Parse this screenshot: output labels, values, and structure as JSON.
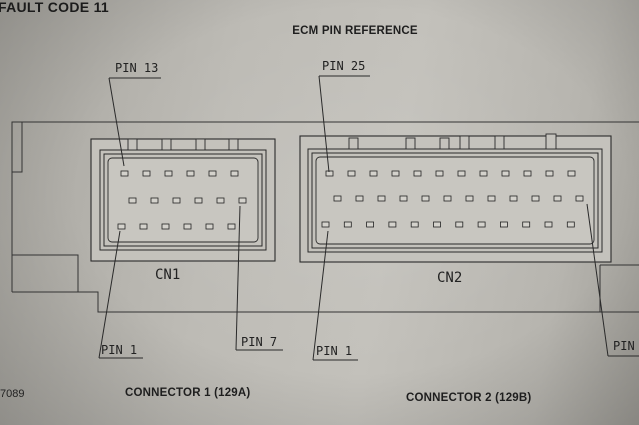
{
  "header": {
    "fault_title": "FAULT CODE 11"
  },
  "diagram": {
    "title": "ECM PIN REFERENCE",
    "figure_number": "7089",
    "connector1": {
      "label": "CN1",
      "caption": "CONNECTOR 1 (129A)",
      "pin_labels": {
        "top": "PIN 13",
        "bottom_left": "PIN 1",
        "bottom_right": "PIN 7"
      }
    },
    "connector2": {
      "label": "CN2",
      "caption": "CONNECTOR 2 (129B)",
      "pin_labels": {
        "top": "PIN 25",
        "bottom_left": "PIN 1",
        "bottom_right": "PIN"
      }
    }
  }
}
